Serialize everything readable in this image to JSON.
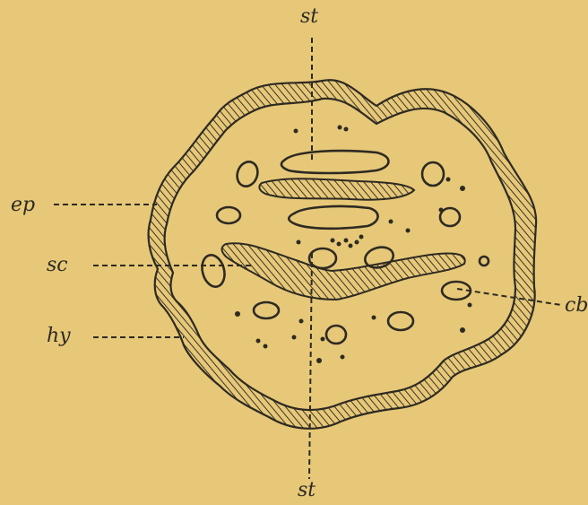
{
  "labels": {
    "st_top": "st",
    "st_bottom": "st",
    "ep": "ep",
    "sc": "sc",
    "hy": "hy",
    "cb": "cb"
  },
  "colors": {
    "paper": "#e6c878",
    "ink": "#2e2a22"
  }
}
